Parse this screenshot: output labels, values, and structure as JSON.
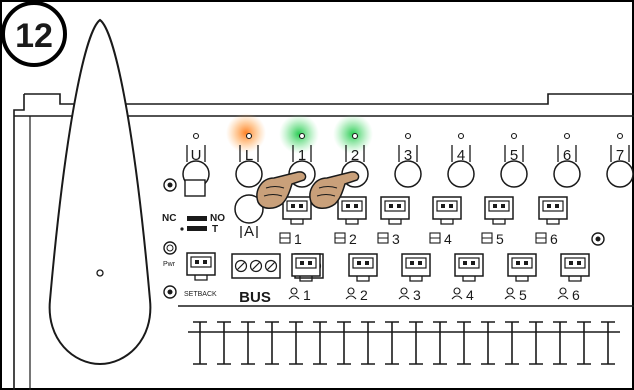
{
  "step": {
    "number": "12"
  },
  "zone_labels": [
    "U",
    "L",
    "1",
    "2",
    "3",
    "4",
    "5",
    "6",
    "7"
  ],
  "led_state": {
    "orange": "#ff8a2a",
    "green": "#2fd05a",
    "lit": [
      "L",
      "1",
      "2"
    ]
  },
  "a_label": "A",
  "switch": {
    "nc": "NC",
    "no": "NO",
    "t": "T"
  },
  "pwr_label": "Pwr",
  "setback_label": "SETBACK",
  "bus_label": "BUS",
  "upper_connector_labels": [
    "1",
    "2",
    "3",
    "4",
    "5",
    "6"
  ],
  "lower_connector_labels": [
    "1",
    "2",
    "3",
    "4",
    "5",
    "6"
  ],
  "colors": {
    "outline": "#1a1a1a",
    "board": "#ffffff",
    "frame": "#000000",
    "skin": "#c9a07a"
  },
  "icons": [
    "pressing-hand-icon",
    "thermostat-icon",
    "connector-icon",
    "screw-terminal-icon"
  ]
}
